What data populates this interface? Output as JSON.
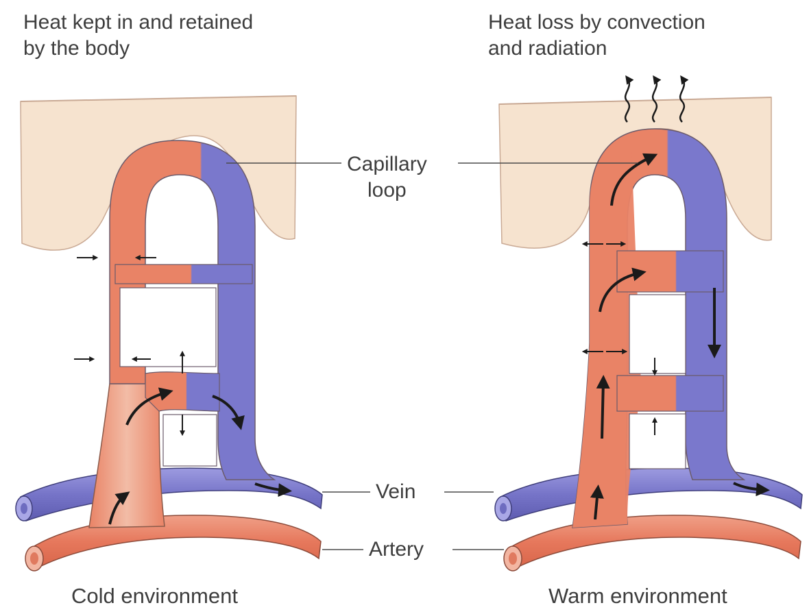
{
  "left_panel": {
    "title": "Heat kept in and retained\nby the body",
    "caption": "Cold environment"
  },
  "right_panel": {
    "title": "Heat loss by convection\nand radiation",
    "caption": "Warm environment"
  },
  "labels": {
    "capillary_loop": "Capillary\nloop",
    "vein": "Vein",
    "artery": "Artery"
  },
  "colors": {
    "skin": "#f6e3cf",
    "artery": "#e98366",
    "artery_light": "#f2b9a2",
    "vein": "#7a78cc",
    "vein_dark": "#5c5ab0",
    "outline": "#7a5a4a"
  }
}
